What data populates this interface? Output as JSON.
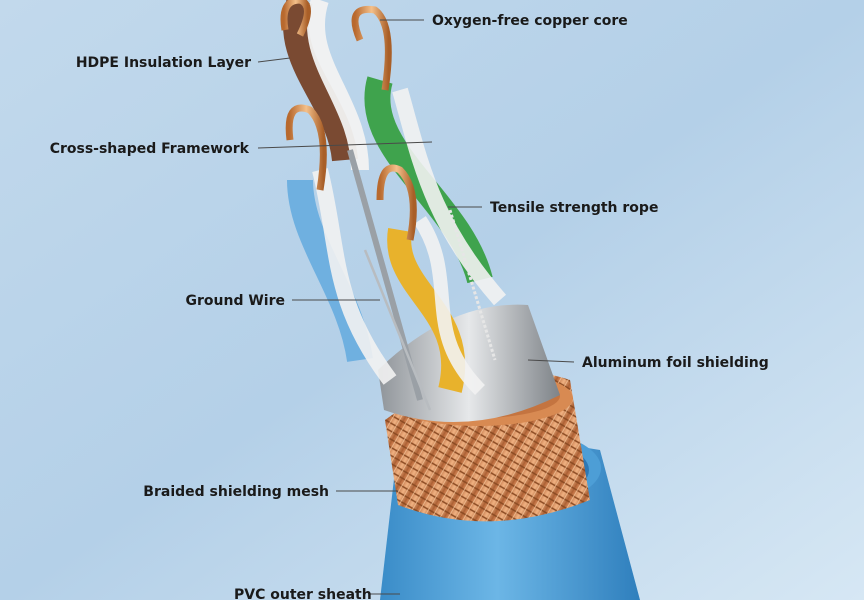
{
  "labels": {
    "copper_core": "Oxygen-free copper core",
    "hdpe": "HDPE Insulation Layer",
    "cross_frame": "Cross-shaped Framework",
    "tensile_rope": "Tensile strength rope",
    "ground_wire": "Ground Wire",
    "aluminum_foil": "Aluminum foil shielding",
    "braided_mesh": "Braided shielding mesh",
    "pvc_sheath": "PVC outer sheath"
  },
  "colors": {
    "background_top": "#b7d3ea",
    "background_bottom": "#d9e9f6",
    "sheath_blue": "#4f9fd6",
    "copper": "#d8894f",
    "foil": "#c9ccd0",
    "pair_brown": "#7a4a32",
    "pair_green": "#3fa34d",
    "pair_blue": "#6fb0e0",
    "pair_orange": "#e8b22c",
    "leader_line": "#4a4a4a"
  }
}
